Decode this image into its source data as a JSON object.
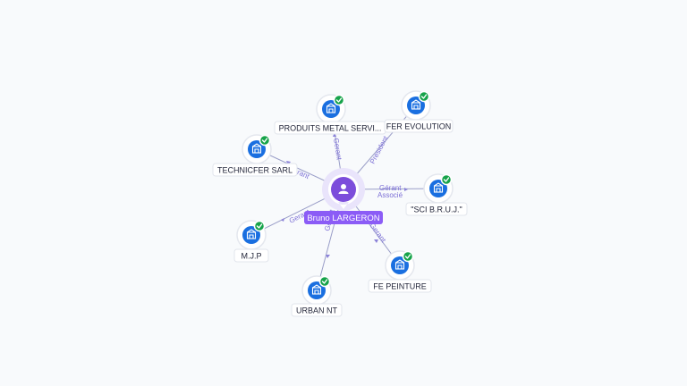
{
  "center": {
    "name": "Bruno LARGERON",
    "icon": "person-icon"
  },
  "companies": [
    {
      "id": "produits-metal",
      "label": "PRODUITS METAL SERVI...",
      "icon": "building-icon",
      "verified": true,
      "relation": [
        "Gerant"
      ]
    },
    {
      "id": "fer-evolution",
      "label": "FER EVOLUTION",
      "icon": "building-icon",
      "verified": true,
      "relation": [
        "President"
      ]
    },
    {
      "id": "technicfer",
      "label": "TECHNICFER SARL",
      "icon": "building-icon",
      "verified": true,
      "relation": [
        "Gerant"
      ]
    },
    {
      "id": "sci-bruj",
      "label": "\"SCI B.R.U.J.\"",
      "icon": "building-icon",
      "verified": true,
      "relation": [
        "Gérant",
        "Associé"
      ]
    },
    {
      "id": "mjp",
      "label": "M.J.P",
      "icon": "building-icon",
      "verified": true,
      "relation": [
        "Gerant"
      ]
    },
    {
      "id": "fe-peinture",
      "label": "FE PEINTURE",
      "icon": "building-icon",
      "verified": true,
      "relation": [
        "Gerant"
      ]
    },
    {
      "id": "urban-nt",
      "label": "URBAN NT",
      "icon": "building-icon",
      "verified": true,
      "relation": [
        "Gerant"
      ]
    }
  ],
  "colors": {
    "person": "#7c4ddb",
    "company": "#1a6fe0",
    "verified": "#16a34a",
    "edge": "#9a9ec8",
    "relation_text": "#7c6fd6"
  }
}
